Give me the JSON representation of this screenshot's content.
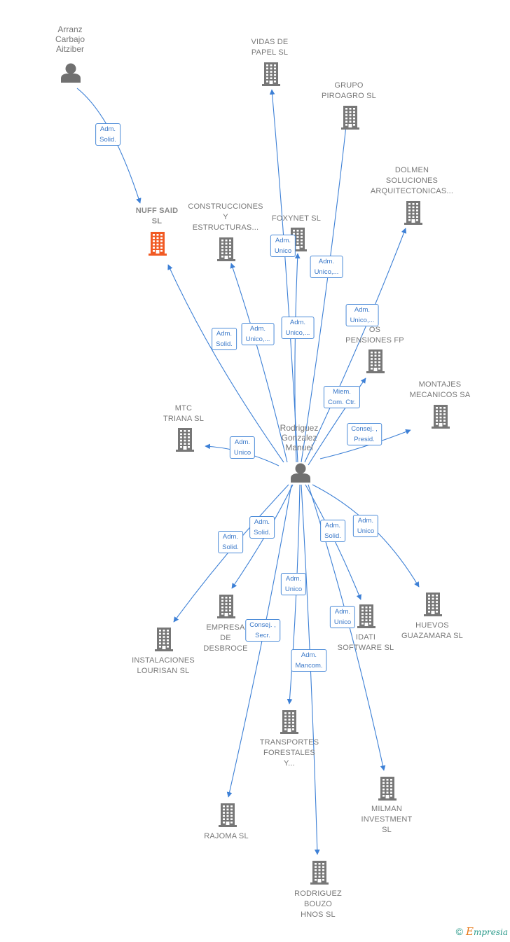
{
  "colors": {
    "edge": "#3d80d6",
    "company": "#777777",
    "focus_company": "#f15a24",
    "person": "#707070"
  },
  "icons": {
    "company": "building-icon",
    "person": "person-icon"
  },
  "nodes": [
    {
      "id": "arranz",
      "type": "person",
      "label": "Arranz\nCarbajo\nAitziber"
    },
    {
      "id": "nuff",
      "type": "company",
      "focus": true,
      "label": "NUFF SAID\nSL"
    },
    {
      "id": "vidas",
      "type": "company",
      "label": "VIDAS DE\nPAPEL SL"
    },
    {
      "id": "grupo",
      "type": "company",
      "label": "GRUPO\nPIROAGRO SL"
    },
    {
      "id": "dolmen",
      "type": "company",
      "label": "DOLMEN\nSOLUCIONES\nARQUITECTONICAS..."
    },
    {
      "id": "construcciones",
      "type": "company",
      "label": "CONSTRUCCIONES\nY\nESTRUCTURAS..."
    },
    {
      "id": "foxynet",
      "type": "company",
      "label": "FOXYNET  SL"
    },
    {
      "id": "pensiones",
      "type": "company",
      "label": "OS\nPENSIONES FP"
    },
    {
      "id": "montajes",
      "type": "company",
      "label": "MONTAJES\nMECANICOS SA"
    },
    {
      "id": "mtc",
      "type": "company",
      "label": "MTC\nTRIANA  SL"
    },
    {
      "id": "rodriguez",
      "type": "person",
      "label": "Rodriguez\nGonzalez\nManuel"
    },
    {
      "id": "empresa",
      "type": "company",
      "label": "EMPRESA\nDE\nDESBROCE"
    },
    {
      "id": "instalaciones",
      "type": "company",
      "label": "INSTALACIONES\nLOURISAN  SL"
    },
    {
      "id": "idati",
      "type": "company",
      "label": "IDATI\nSOFTWARE  SL"
    },
    {
      "id": "huevos",
      "type": "company",
      "label": "HUEVOS\nGUAZAMARA SL"
    },
    {
      "id": "transportes",
      "type": "company",
      "label": "TRANSPORTES\nFORESTALES\nY..."
    },
    {
      "id": "rajoma",
      "type": "company",
      "label": "RAJOMA SL"
    },
    {
      "id": "milman",
      "type": "company",
      "label": "MILMAN\nINVESTMENT\nSL"
    },
    {
      "id": "bouzo",
      "type": "company",
      "label": "RODRIGUEZ\nBOUZO\nHNOS SL"
    }
  ],
  "edges": [
    {
      "from": "arranz",
      "to": "nuff",
      "label": "Adm.\nSolid."
    },
    {
      "from": "rodriguez",
      "to": "nuff",
      "label": "Adm.\nSolid."
    },
    {
      "from": "rodriguez",
      "to": "construcciones",
      "label": "Adm.\nUnico,..."
    },
    {
      "from": "rodriguez",
      "to": "foxynet",
      "label": "Adm.\nUnico"
    },
    {
      "from": "rodriguez",
      "to": "vidas",
      "label": "Adm.\nUnico,..."
    },
    {
      "from": "rodriguez",
      "to": "grupo",
      "label": "Adm.\nUnico,..."
    },
    {
      "from": "rodriguez",
      "to": "dolmen",
      "label": "Adm.\nUnico,..."
    },
    {
      "from": "rodriguez",
      "to": "pensiones",
      "label": "Miem.\nCom. Ctr."
    },
    {
      "from": "rodriguez",
      "to": "montajes",
      "label": "Consej. ,\nPresid."
    },
    {
      "from": "rodriguez",
      "to": "mtc",
      "label": "Adm.\nUnico"
    },
    {
      "from": "rodriguez",
      "to": "instalaciones",
      "label": "Adm.\nSolid."
    },
    {
      "from": "rodriguez",
      "to": "empresa",
      "label": "Adm.\nSolid."
    },
    {
      "from": "rodriguez",
      "to": "idati",
      "label": "Adm.\nSolid."
    },
    {
      "from": "rodriguez",
      "to": "huevos",
      "label": "Adm.\nUnico"
    },
    {
      "from": "rodriguez",
      "to": "transportes",
      "label": "Adm.\nUnico"
    },
    {
      "from": "rodriguez",
      "to": "rajoma",
      "label": "Consej. ,\nSecr."
    },
    {
      "from": "rodriguez",
      "to": "milman",
      "label": "Adm.\nUnico"
    },
    {
      "from": "rodriguez",
      "to": "bouzo",
      "label": "Adm.\nMancom."
    }
  ],
  "footer": {
    "copyright": "©",
    "brand_first": "E",
    "brand_rest": "mpresia"
  }
}
